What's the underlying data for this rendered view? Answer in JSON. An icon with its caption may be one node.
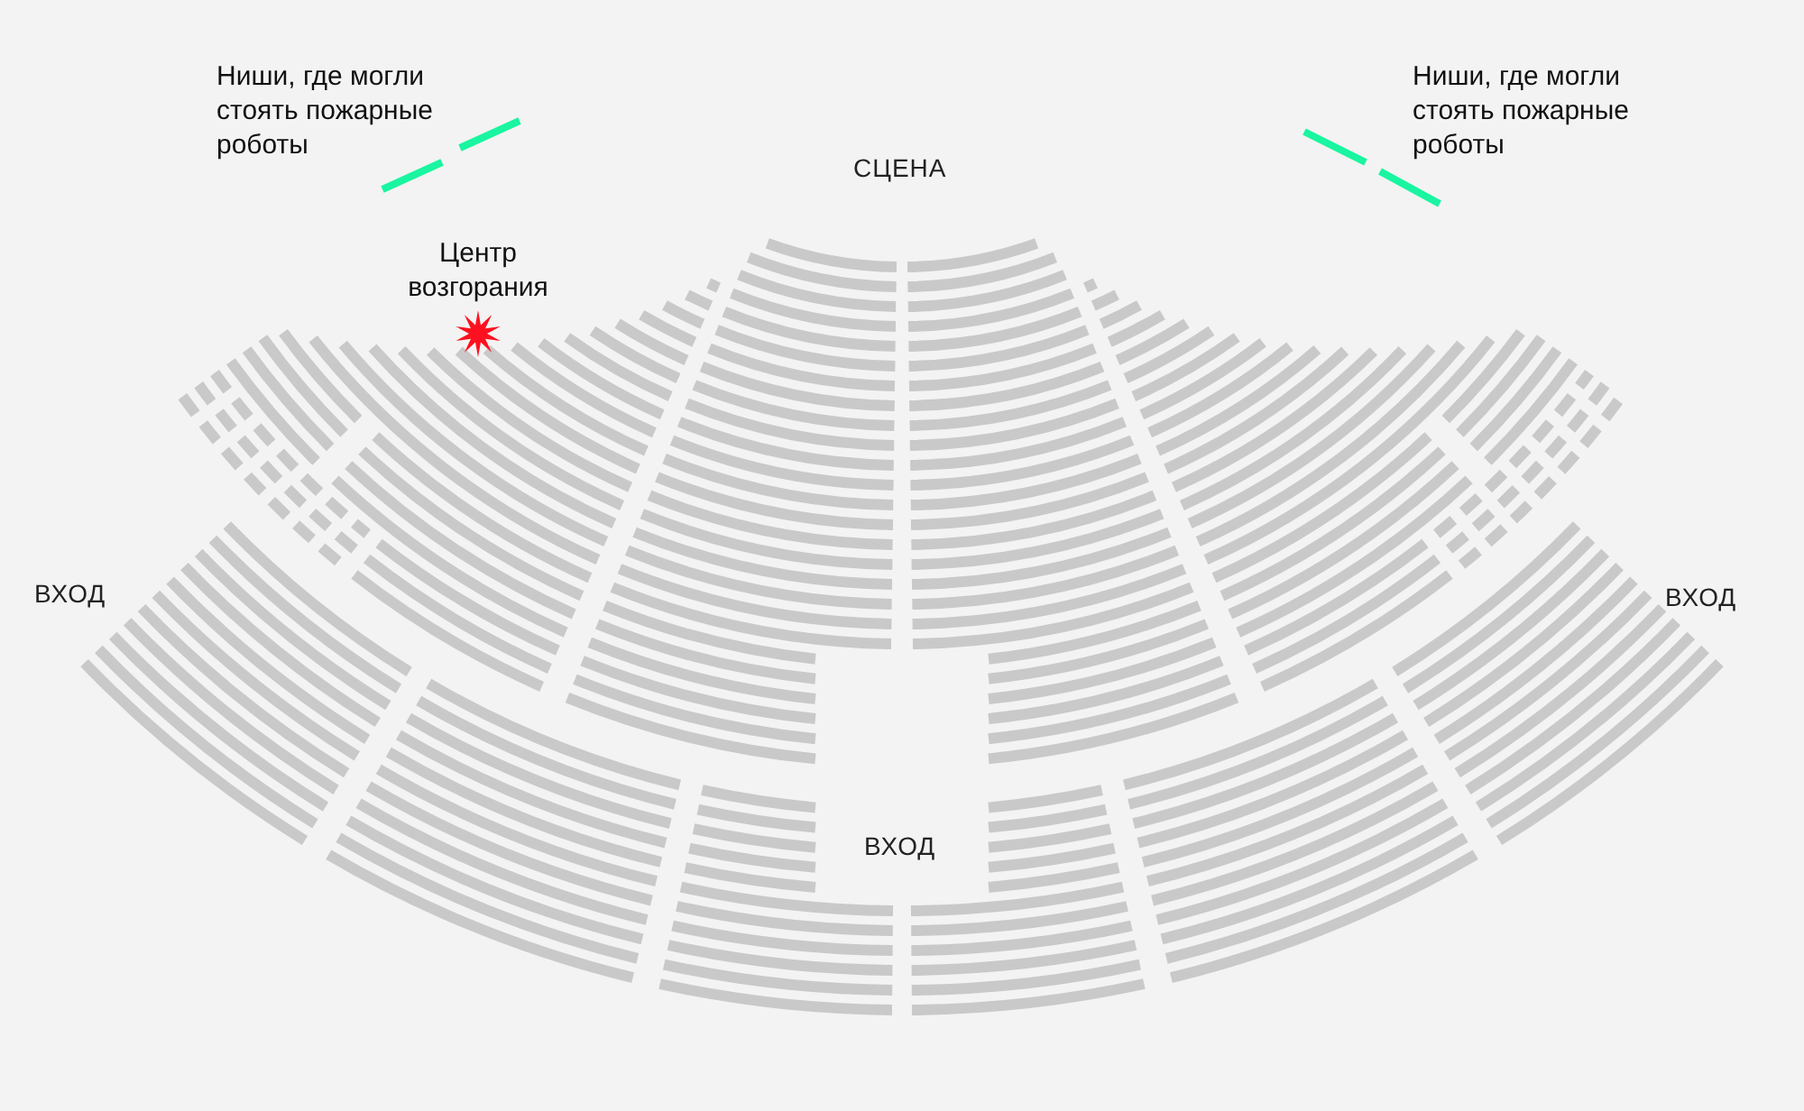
{
  "diagram": {
    "labels": [
      "Ниши, где могли стоять пожарные роботы",
      "СЦЕНА",
      "Ниши, где могли стоять пожарные роботы",
      "Центр возгорания",
      "ВХОД",
      "ВХОД",
      "ВХОД"
    ]
  }
}
